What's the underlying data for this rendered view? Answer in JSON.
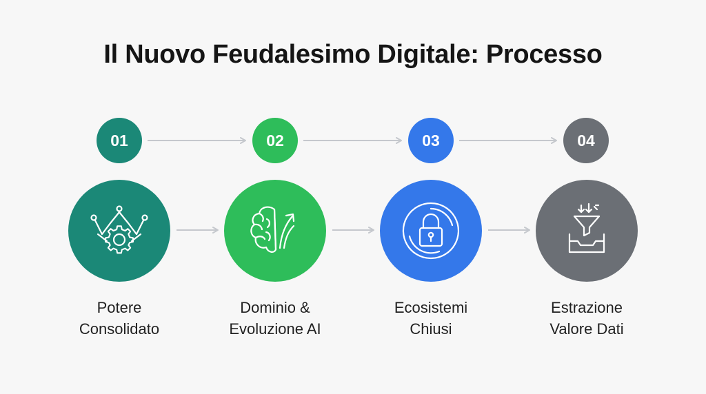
{
  "title": "Il Nuovo Feudalesimo Digitale: Processo",
  "steps": [
    {
      "number": "01",
      "line1": "Potere",
      "line2": "Consolidato",
      "color": "#1b8877",
      "icon": "crown-gear-icon"
    },
    {
      "number": "02",
      "line1": "Dominio &",
      "line2": "Evoluzione AI",
      "color": "#2ebd5a",
      "icon": "brain-growth-icon"
    },
    {
      "number": "03",
      "line1": "Ecosistemi",
      "line2": "Chiusi",
      "color": "#3478ea",
      "icon": "padlock-icon"
    },
    {
      "number": "04",
      "line1": "Estrazione",
      "line2": "Valore Dati",
      "color": "#6b6f75",
      "icon": "funnel-tray-icon"
    }
  ],
  "arrow_color": "#c5c8cd"
}
